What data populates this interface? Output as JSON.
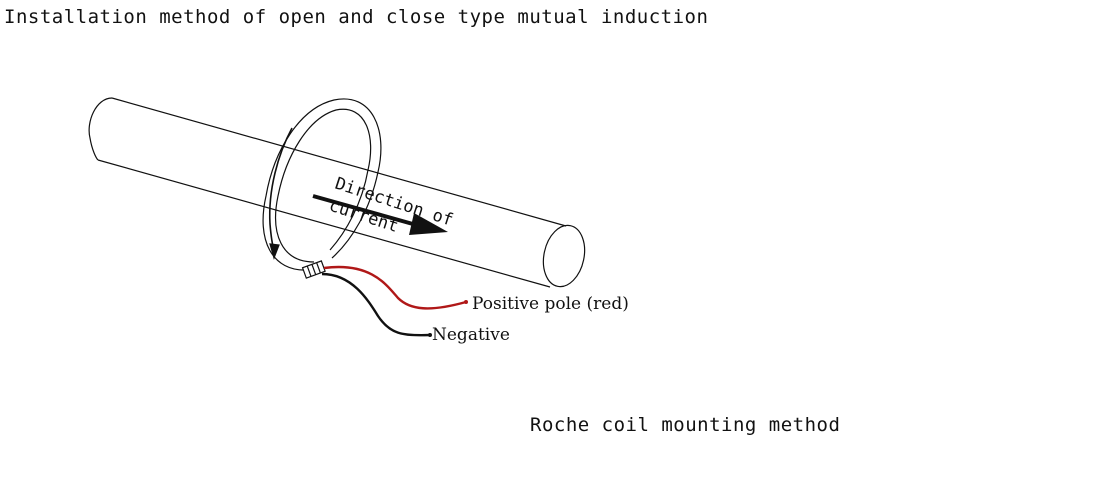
{
  "title": "Installation method of open and close type mutual induction",
  "caption": "Roche coil mounting method",
  "labels": {
    "direction_line1": "Direction of",
    "direction_line2": "current",
    "positive": "Positive pole (red)",
    "negative": "Negative"
  },
  "colors": {
    "line": "#111111",
    "positive_wire": "#b01818",
    "negative_wire": "#111111"
  }
}
